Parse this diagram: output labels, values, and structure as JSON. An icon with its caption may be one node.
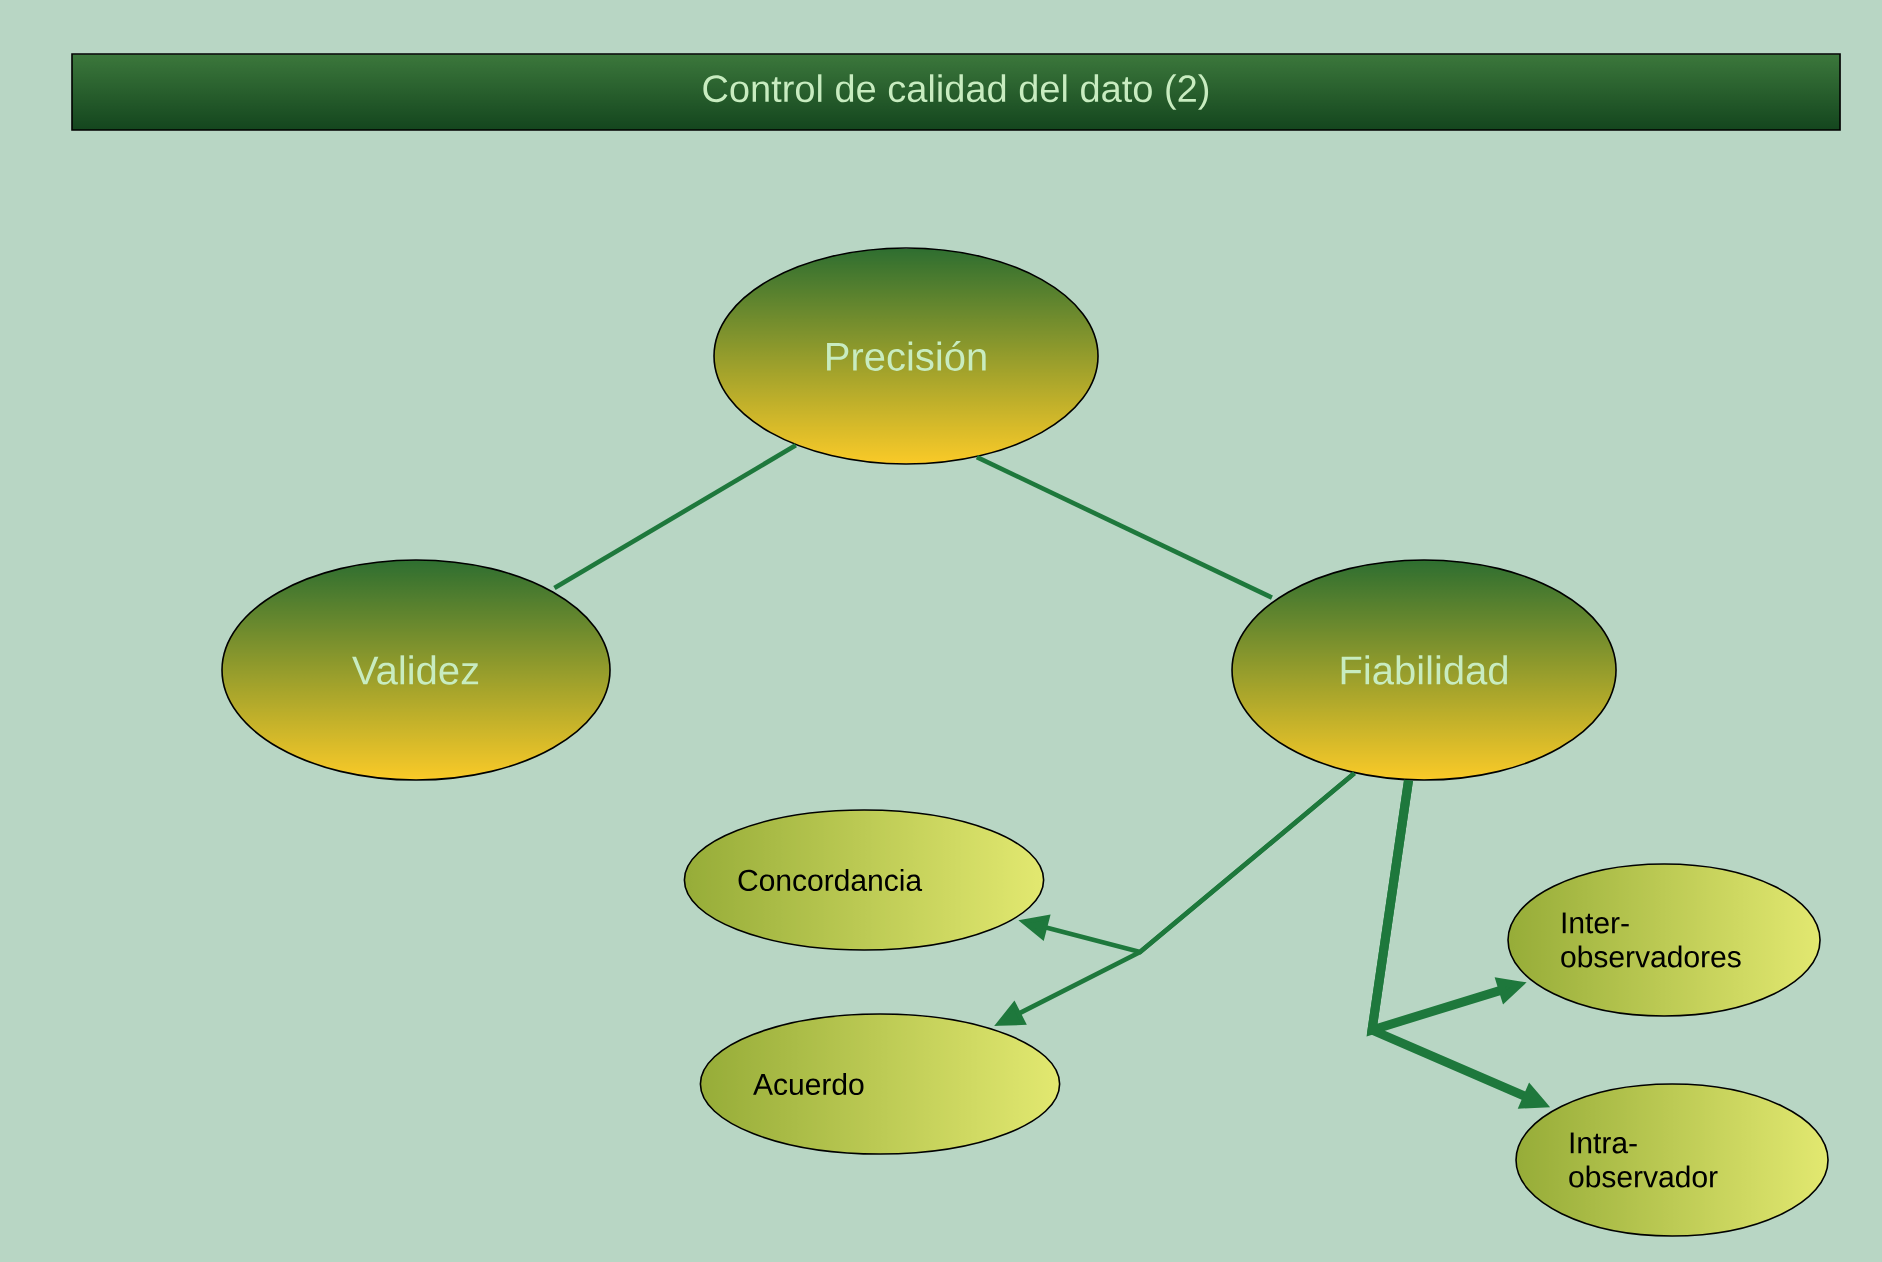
{
  "diagram": {
    "title": "Control de calidad del dato (2)",
    "nodes": [
      {
        "text": [
          "Precisión"
        ]
      },
      {
        "text": [
          "Validez"
        ]
      },
      {
        "text": [
          "Fiabilidad"
        ]
      },
      {
        "text": [
          "Concordancia"
        ]
      },
      {
        "text": [
          "Acuerdo"
        ]
      },
      {
        "text": [
          "Inter- observadores"
        ]
      },
      {
        "text": [
          "Intra- observador"
        ]
      }
    ],
    "edges": [
      {
        "from": 0,
        "to": 1,
        "arrow": "none"
      },
      {
        "from": 0,
        "to": 2,
        "arrow": "none"
      },
      {
        "from": 2,
        "to": 3,
        "arrow": "to"
      },
      {
        "from": 2,
        "to": 4,
        "arrow": "to"
      },
      {
        "from": 2,
        "to": 5,
        "arrow": "to",
        "style": "thick"
      },
      {
        "from": 2,
        "to": 6,
        "arrow": "to",
        "style": "thick"
      }
    ]
  }
}
